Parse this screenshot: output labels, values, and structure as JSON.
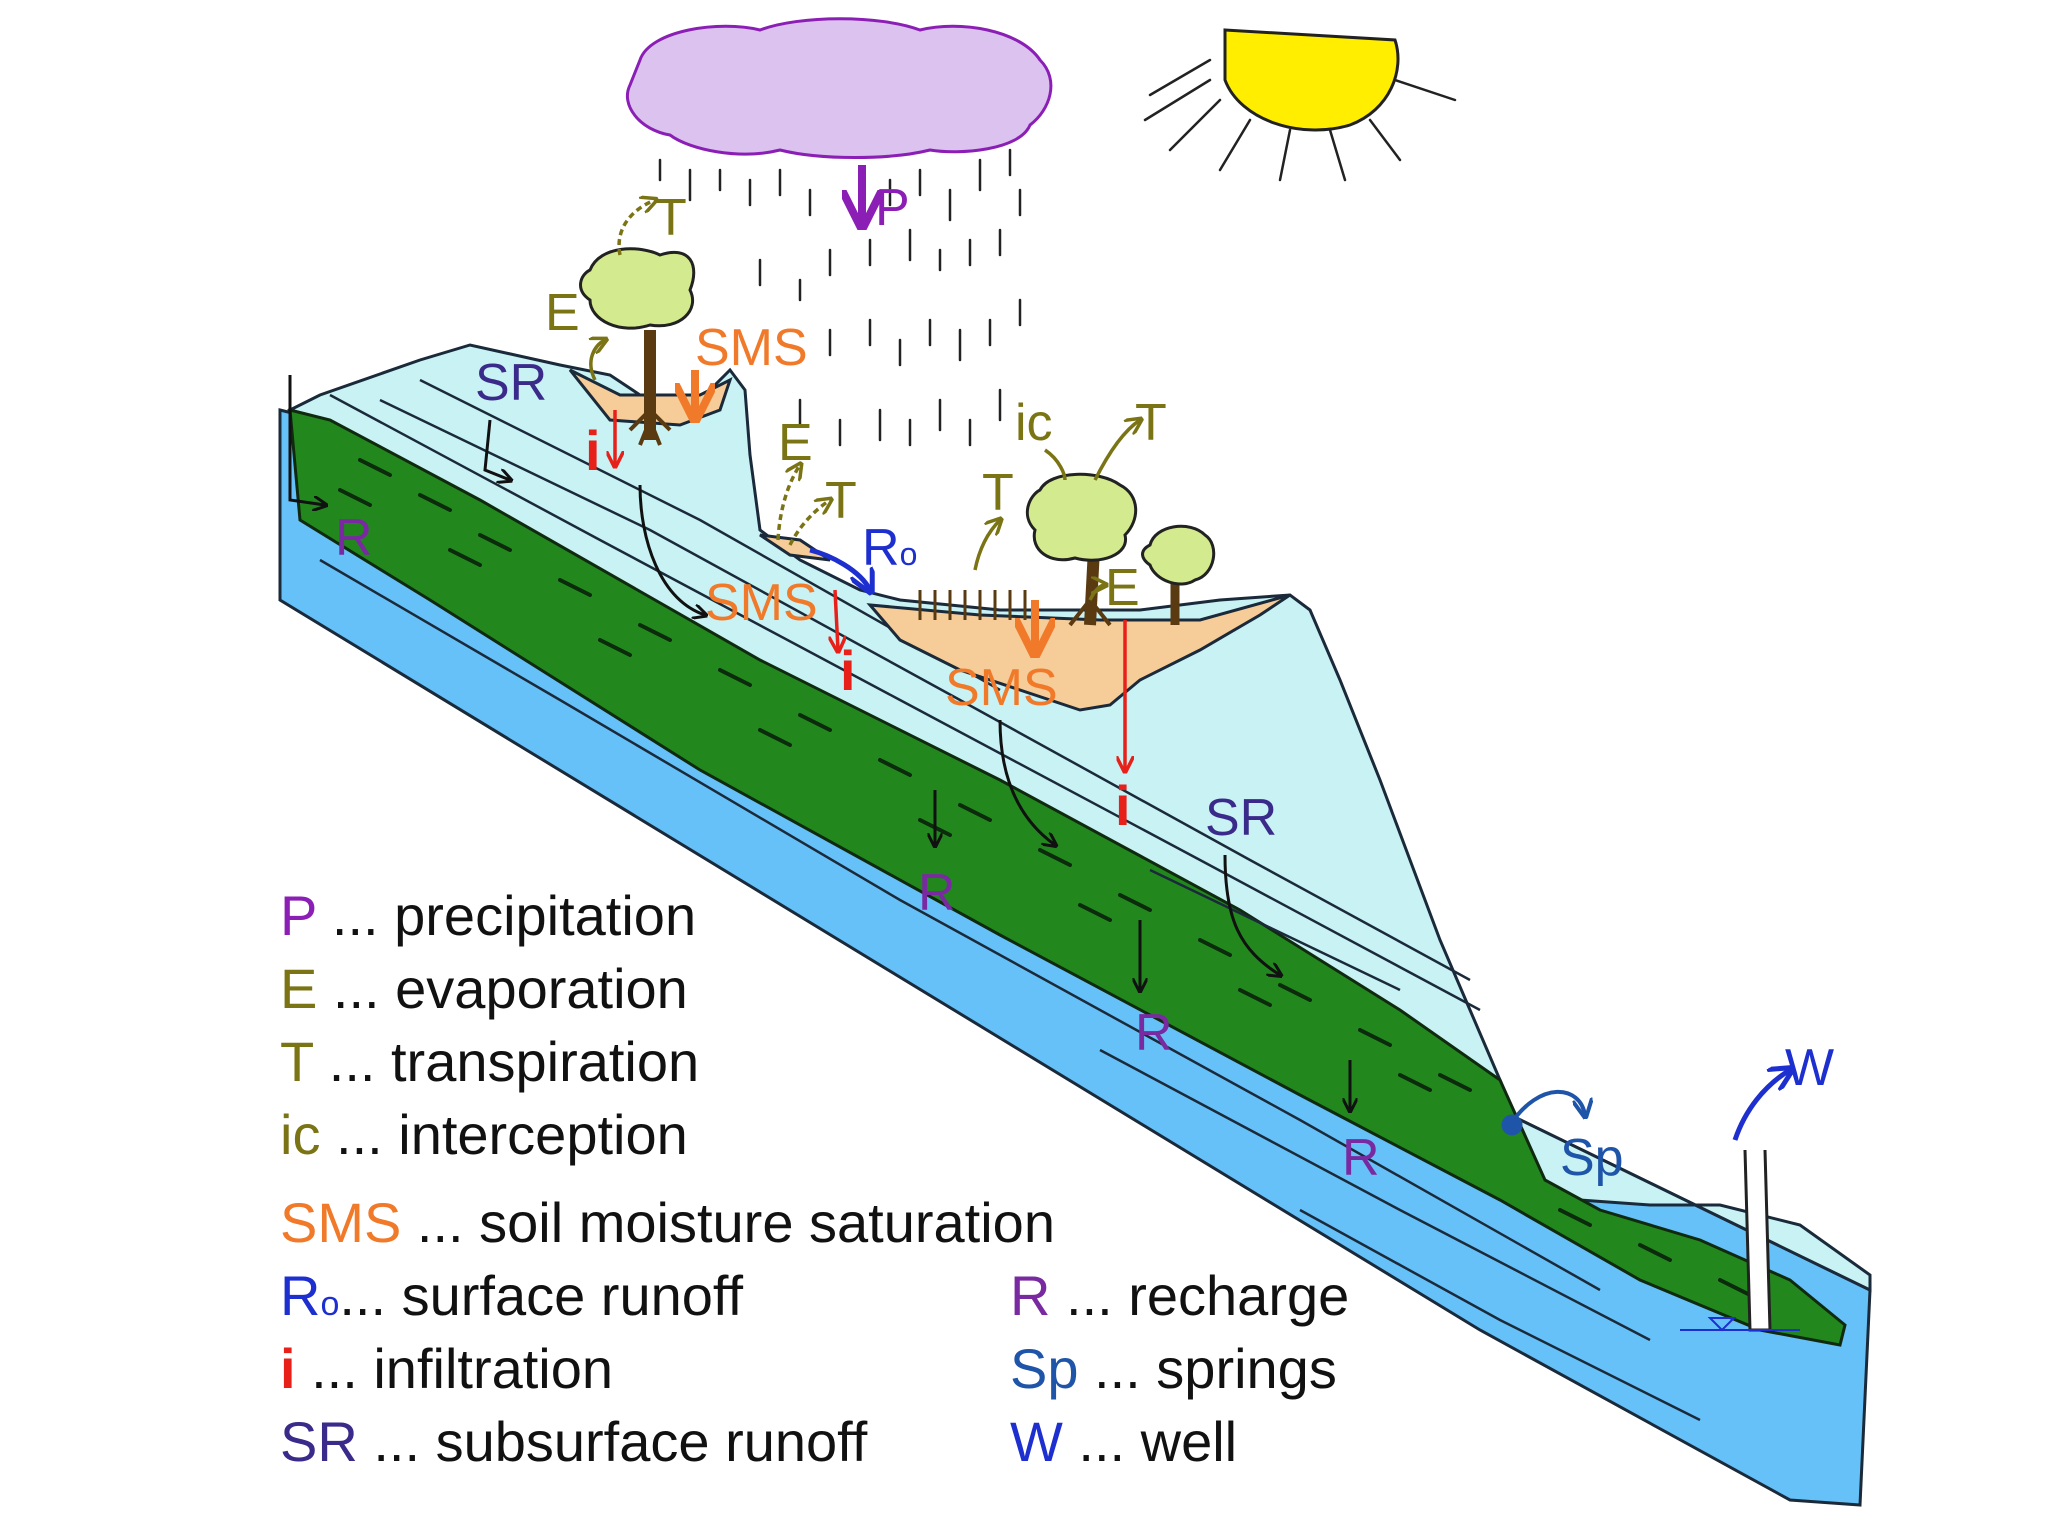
{
  "colors": {
    "precipitation": "#8b1fb5",
    "evaporation": "#7a7415",
    "transpiration": "#7a7415",
    "interception": "#7a7415",
    "soil_moisture": "#f07a2a",
    "surface_runoff": "#1e2fd0",
    "infiltration": "#e8201a",
    "subsurface_runoff": "#3a2a8a",
    "recharge": "#7a2aa0",
    "springs": "#1e55a8",
    "well": "#1e2fd0",
    "cloud": "#dcc3ef",
    "sun": "#ffee00",
    "upper_layer": "#c8f2f4",
    "aquifer": "#66c1f8",
    "aquitard": "#22881e",
    "soil": "#f6cc98",
    "tree": "#d4ea8e"
  },
  "scene_labels": {
    "p": "P",
    "t_top": "T",
    "e_left": "E",
    "sms_top": "SMS",
    "sr_left": "SR",
    "i_left": "i",
    "r_left": "R",
    "e_mid": "E",
    "t_mid": "T",
    "ro": "R",
    "ro_sub": "o",
    "sms_mid": "SMS",
    "i_mid": "i",
    "ic": "ic",
    "t_right1": "T",
    "t_right2": "T",
    "e_right": "E",
    "sms_right": "SMS",
    "i_right": "i",
    "sr_right": "SR",
    "r_mid": "R",
    "r_lower1": "R",
    "r_lower2": "R",
    "sp": "Sp",
    "w": "W"
  },
  "legend": {
    "left": [
      {
        "sym": "P",
        "text": " ... precipitation",
        "color_key": "precipitation"
      },
      {
        "sym": "E",
        "text": " ... evaporation",
        "color_key": "evaporation"
      },
      {
        "sym": "T",
        "text": " ... transpiration",
        "color_key": "transpiration"
      },
      {
        "sym": "ic",
        "text": " ... interception",
        "color_key": "interception"
      },
      {
        "sym": "SMS",
        "text": " ... soil moisture saturation",
        "color_key": "soil_moisture"
      },
      {
        "sym": "R",
        "sub": "o",
        "text": "... surface runoff",
        "color_key": "surface_runoff"
      },
      {
        "sym": "i",
        "text": " ... infiltration",
        "color_key": "infiltration"
      },
      {
        "sym": "SR",
        "text": " ... subsurface runoff",
        "color_key": "subsurface_runoff"
      }
    ],
    "right": [
      {
        "sym": "R",
        "text": " ... recharge",
        "color_key": "recharge"
      },
      {
        "sym": "Sp",
        "text": " ... springs",
        "color_key": "springs"
      },
      {
        "sym": "W",
        "text": " ... well",
        "color_key": "well"
      }
    ]
  }
}
